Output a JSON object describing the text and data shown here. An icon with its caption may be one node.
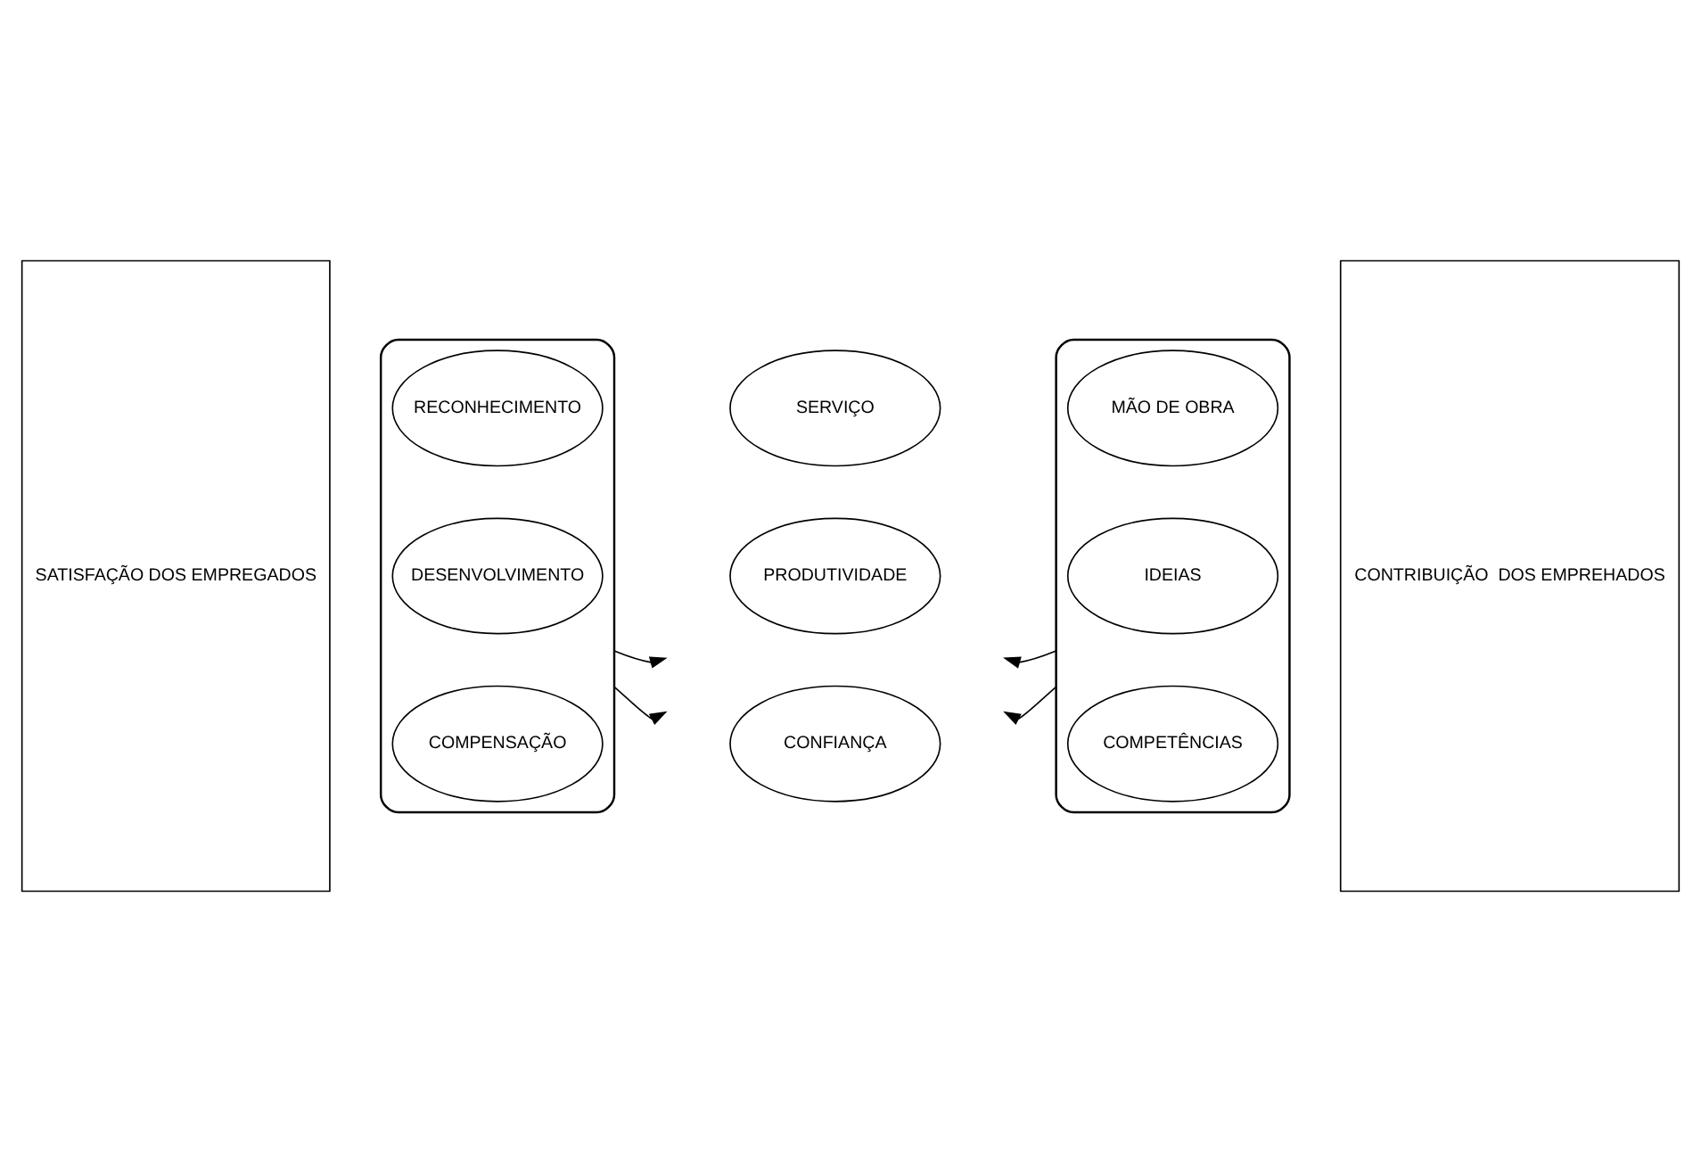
{
  "diagram": {
    "nodes": [
      {
        "text": [
          "SATISFAÇÃO DOS EMPREGADOS"
        ]
      },
      {
        "text": [],
        "shape": "cylinder"
      },
      {
        "text": [
          "RECONHECIMENTO"
        ],
        "in": 1
      },
      {
        "text": [
          "DESENVOLVIMENTO"
        ],
        "in": 1
      },
      {
        "text": [
          "COMPENSAÇÃO"
        ],
        "in": 1
      },
      {
        "text": [
          "SERVIÇO"
        ]
      },
      {
        "text": [
          "PRODUTIVIDADE"
        ]
      },
      {
        "text": [
          "CONFIANÇA"
        ]
      },
      {
        "text": [],
        "shape": "cylinder"
      },
      {
        "text": [
          "MÃO DE OBRA"
        ],
        "in": 8
      },
      {
        "text": [
          "IDEIAS"
        ],
        "in": 8
      },
      {
        "text": [
          "COMPETÊNCIAS"
        ],
        "in": 8
      },
      {
        "text": [
          "CONTRIBUIÇÃO  DOS EMPREHADOS"
        ]
      }
    ],
    "edges": [
      {
        "from": 1,
        "to": null,
        "arrow": "to"
      },
      {
        "from": 8,
        "to": null,
        "arrow": "to"
      },
      {
        "from": 1,
        "to": null,
        "arrow": "to"
      },
      {
        "from": 8,
        "to": null,
        "arrow": "to"
      }
    ]
  }
}
